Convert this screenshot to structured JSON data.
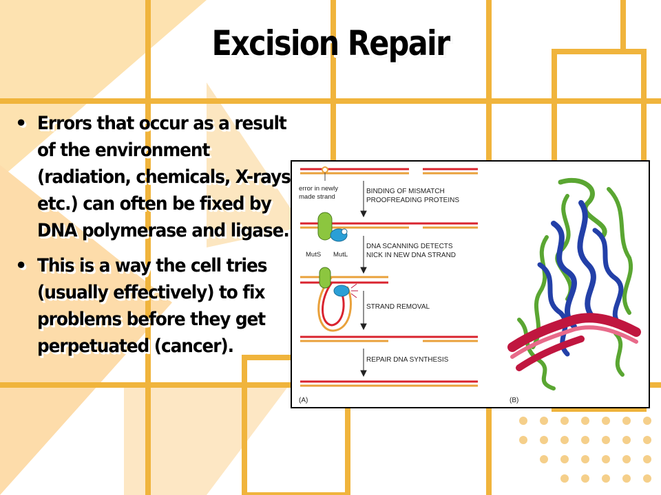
{
  "slide": {
    "title": "Excision Repair",
    "bullets": [
      "Errors that occur as a result of the environment (radiation, chemicals, X-rays, etc.) can often be fixed by DNA polymerase and ligase.",
      "This is a way the cell tries (usually effectively) to fix problems before they get perpetuated (cancer)."
    ],
    "bullet_glyph": "•"
  },
  "figure": {
    "annotation_error": [
      "error in newly",
      "made strand"
    ],
    "steps": [
      [
        "BINDING OF MISMATCH",
        "PROOFREADING PROTEINS"
      ],
      [
        "DNA SCANNING DETECTS",
        "NICK IN NEW DNA STRAND"
      ],
      [
        "STRAND REMOVAL"
      ],
      [
        "REPAIR DNA SYNTHESIS"
      ]
    ],
    "protein_labels": [
      "MutS",
      "MutL"
    ],
    "panel_labels": [
      "(A)",
      "(B)"
    ],
    "colors": {
      "template_strand": "#d9232e",
      "new_strand": "#e9a13b",
      "muts": "#8cc63f",
      "mutl": "#2a9fd6",
      "helix_blue": "#2340a8",
      "helix_green": "#5aa632",
      "dna_red": "#c0163f"
    }
  },
  "theme": {
    "accent_lines": "#f0b43c",
    "accent_fill": "#fbd9a0",
    "dots": "#f5cf8a"
  }
}
